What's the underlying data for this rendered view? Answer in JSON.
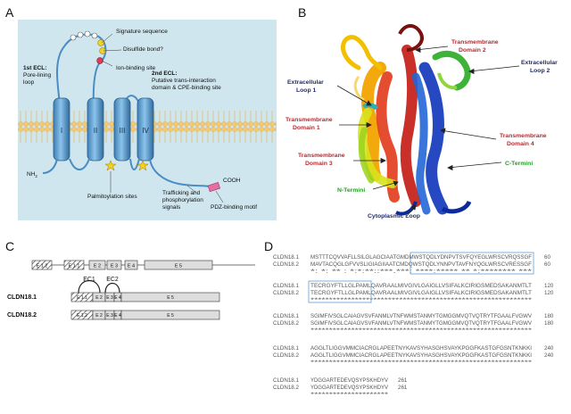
{
  "panels": {
    "a": {
      "letter": "A",
      "labels": {
        "signature": "Signature sequence",
        "disulfide": "Disulfide bond?",
        "ion": "Ion-binding site",
        "ecl1_title": "1st ECL:",
        "ecl1_l1": "Pore-lining",
        "ecl1_l2": "loop",
        "ecl2_title": "2nd ECL:",
        "ecl2_l1": "Putative trans-interaction",
        "ecl2_l2": "domain & CPE-binding site",
        "nh2": "NH",
        "nh2_sub": "2",
        "cooh": "COOH",
        "palm": "Palmitoylation sites",
        "traff_l1": "Trafficking and",
        "traff_l2": "phosphorylation",
        "traff_l3": "signals",
        "pdz": "PDZ-binding motif"
      },
      "helices": [
        "I",
        "II",
        "III",
        "IV"
      ]
    },
    "b": {
      "letter": "B",
      "labels": {
        "tm2_l1": "Transmembrane",
        "tm2_l2": "Domain 2",
        "ecl2_l1": "Extracellular",
        "ecl2_l2": "Loop 2",
        "ecl1_l1": "Extracellular",
        "ecl1_l2": "Loop 1",
        "tm1_l1": "Transmembrane",
        "tm1_l2": "Domain 1",
        "tm4_l1": "Transmembrane",
        "tm4_l2": "Domain 4",
        "tm3_l1": "Transmembrane",
        "tm3_l2": "Domain 3",
        "cterm": "C-Termini",
        "nterm": "N-Termini",
        "cyto": "Cytoplasmic Loop"
      }
    },
    "c": {
      "letter": "C",
      "exons_top": [
        "E 1.2",
        "E 1.1",
        "E 2",
        "E 3",
        "E 4",
        "E 5"
      ],
      "ec1": "EC1",
      "ec2": "EC2",
      "isoform1": "CLDN18.1",
      "isoform2": "CLDN18.2",
      "row1_exons": [
        "E 1.1",
        "E 2",
        "E 3",
        "E 4",
        "E 5"
      ],
      "row2_exons": [
        "E 1.2",
        "E 2",
        "E 3",
        "E 4",
        "E 5"
      ]
    },
    "d": {
      "letter": "D",
      "blocks": [
        {
          "rows": [
            {
              "name": "CLDN18.1",
              "seq": "MSTTTCQVVAFLLSILGLAGCIAATGMDMWSTQDLYDNPVTSVFQYEGLWRSCVRQSSGF",
              "pos": "60"
            },
            {
              "name": "CLDN18.2",
              "seq": "MAVTACQGLGFVVSLIGIAGIIAATCMDQWSTQDLYNNPVTAVFNYQGLWRSCVRESSGF",
              "pos": "60"
            }
          ],
          "cons": "*: *: ** : *:*:**::***.***: ****:***** ** *:******** ***"
        },
        {
          "rows": [
            {
              "name": "CLDN18.1",
              "seq": "TECRGYFTLLGLPAMLQAVRAALMIVGIVLGAIGLLVSIFALKCIRIGSMEDSAKANMTLT",
              "pos": "120"
            },
            {
              "name": "CLDN18.2",
              "seq": "TECRGYFTLLGLPAMLQAVRAALMIVGIVLGAIGLLVSIFALKCIRIGSMEDSAKANMTLT",
              "pos": "120"
            }
          ],
          "cons": "************************************************************"
        },
        {
          "rows": [
            {
              "name": "CLDN18.1",
              "seq": "SGIMFIVSGLCAIAGVSVFANMLVTNFWMSTANMYTGMGGMVQTVQTRYTFGAALFVGWV",
              "pos": "180"
            },
            {
              "name": "CLDN18.2",
              "seq": "SGIMFIVSGLCAIAGVSVFANMLVTNFWMSTANMYTGMGGMVQTVQTRYTFGAALFVGWV",
              "pos": "180"
            }
          ],
          "cons": "************************************************************"
        },
        {
          "rows": [
            {
              "name": "CLDN18.1",
              "seq": "AGGLTLIGGVMMCIACRGLAPEETNYKAVSYHASGHSVAYKPGGFKASTGFGSNTKNKKI",
              "pos": "240"
            },
            {
              "name": "CLDN18.2",
              "seq": "AGGLTLIGGVMMCIACRGLAPEETNYKAVSYHASGHSVAYKPGGFKASTGFGSNTKNKKI",
              "pos": "240"
            }
          ],
          "cons": "************************************************************"
        },
        {
          "rows": [
            {
              "name": "CLDN18.1",
              "seq": "YDGGARTEDEVQSYPSKHDYV",
              "pos": "261"
            },
            {
              "name": "CLDN18.2",
              "seq": "YDGGARTEDEVQSYPSKHDYV",
              "pos": "261"
            }
          ],
          "cons": "*********************"
        }
      ]
    }
  },
  "colors": {
    "a_background": "#cfe6ee",
    "helix": "#5a9fd0",
    "tm_label_red": "#c0272d",
    "loop_label_navy": "#1f2a7a",
    "termini_green": "#2a9a2a",
    "alignment_box": "#6fa8dc"
  }
}
